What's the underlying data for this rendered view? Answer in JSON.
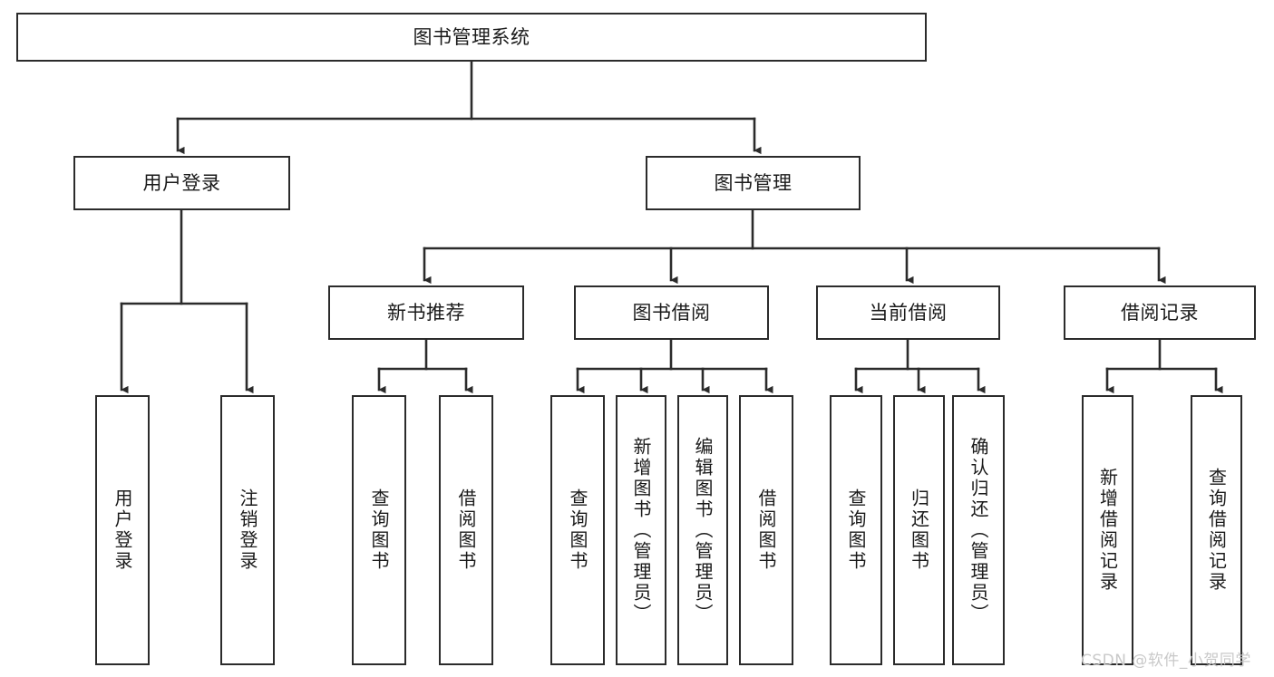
{
  "diagram": {
    "title": "图书管理系统",
    "watermark": "CSDN @软件_小贺同学",
    "colors": {
      "stroke": "#2b2b2b",
      "fill": "#ffffff",
      "text": "#1a1a1a",
      "watermark": "#c9c9c9"
    },
    "nodes": {
      "root": {
        "label": "图书管理系统"
      },
      "level2": [
        {
          "label": "用户登录"
        },
        {
          "label": "图书管理"
        }
      ],
      "level3": [
        {
          "label": "新书推荐"
        },
        {
          "label": "图书借阅"
        },
        {
          "label": "当前借阅"
        },
        {
          "label": "借阅记录"
        }
      ],
      "leaves_user_login": [
        {
          "label": "用户登录"
        },
        {
          "label": "注销登录"
        }
      ],
      "leaves_new_books": [
        {
          "label": "查询图书"
        },
        {
          "label": "借阅图书"
        }
      ],
      "leaves_borrow": [
        {
          "label": "查询图书"
        },
        {
          "label": "新增图书（管理员）"
        },
        {
          "label": "编辑图书（管理员）"
        },
        {
          "label": "借阅图书"
        }
      ],
      "leaves_current": [
        {
          "label": "查询图书"
        },
        {
          "label": "归还图书"
        },
        {
          "label": "确认归还（管理员）"
        }
      ],
      "leaves_records": [
        {
          "label": "新增借阅记录"
        },
        {
          "label": "查询借阅记录"
        }
      ]
    }
  }
}
